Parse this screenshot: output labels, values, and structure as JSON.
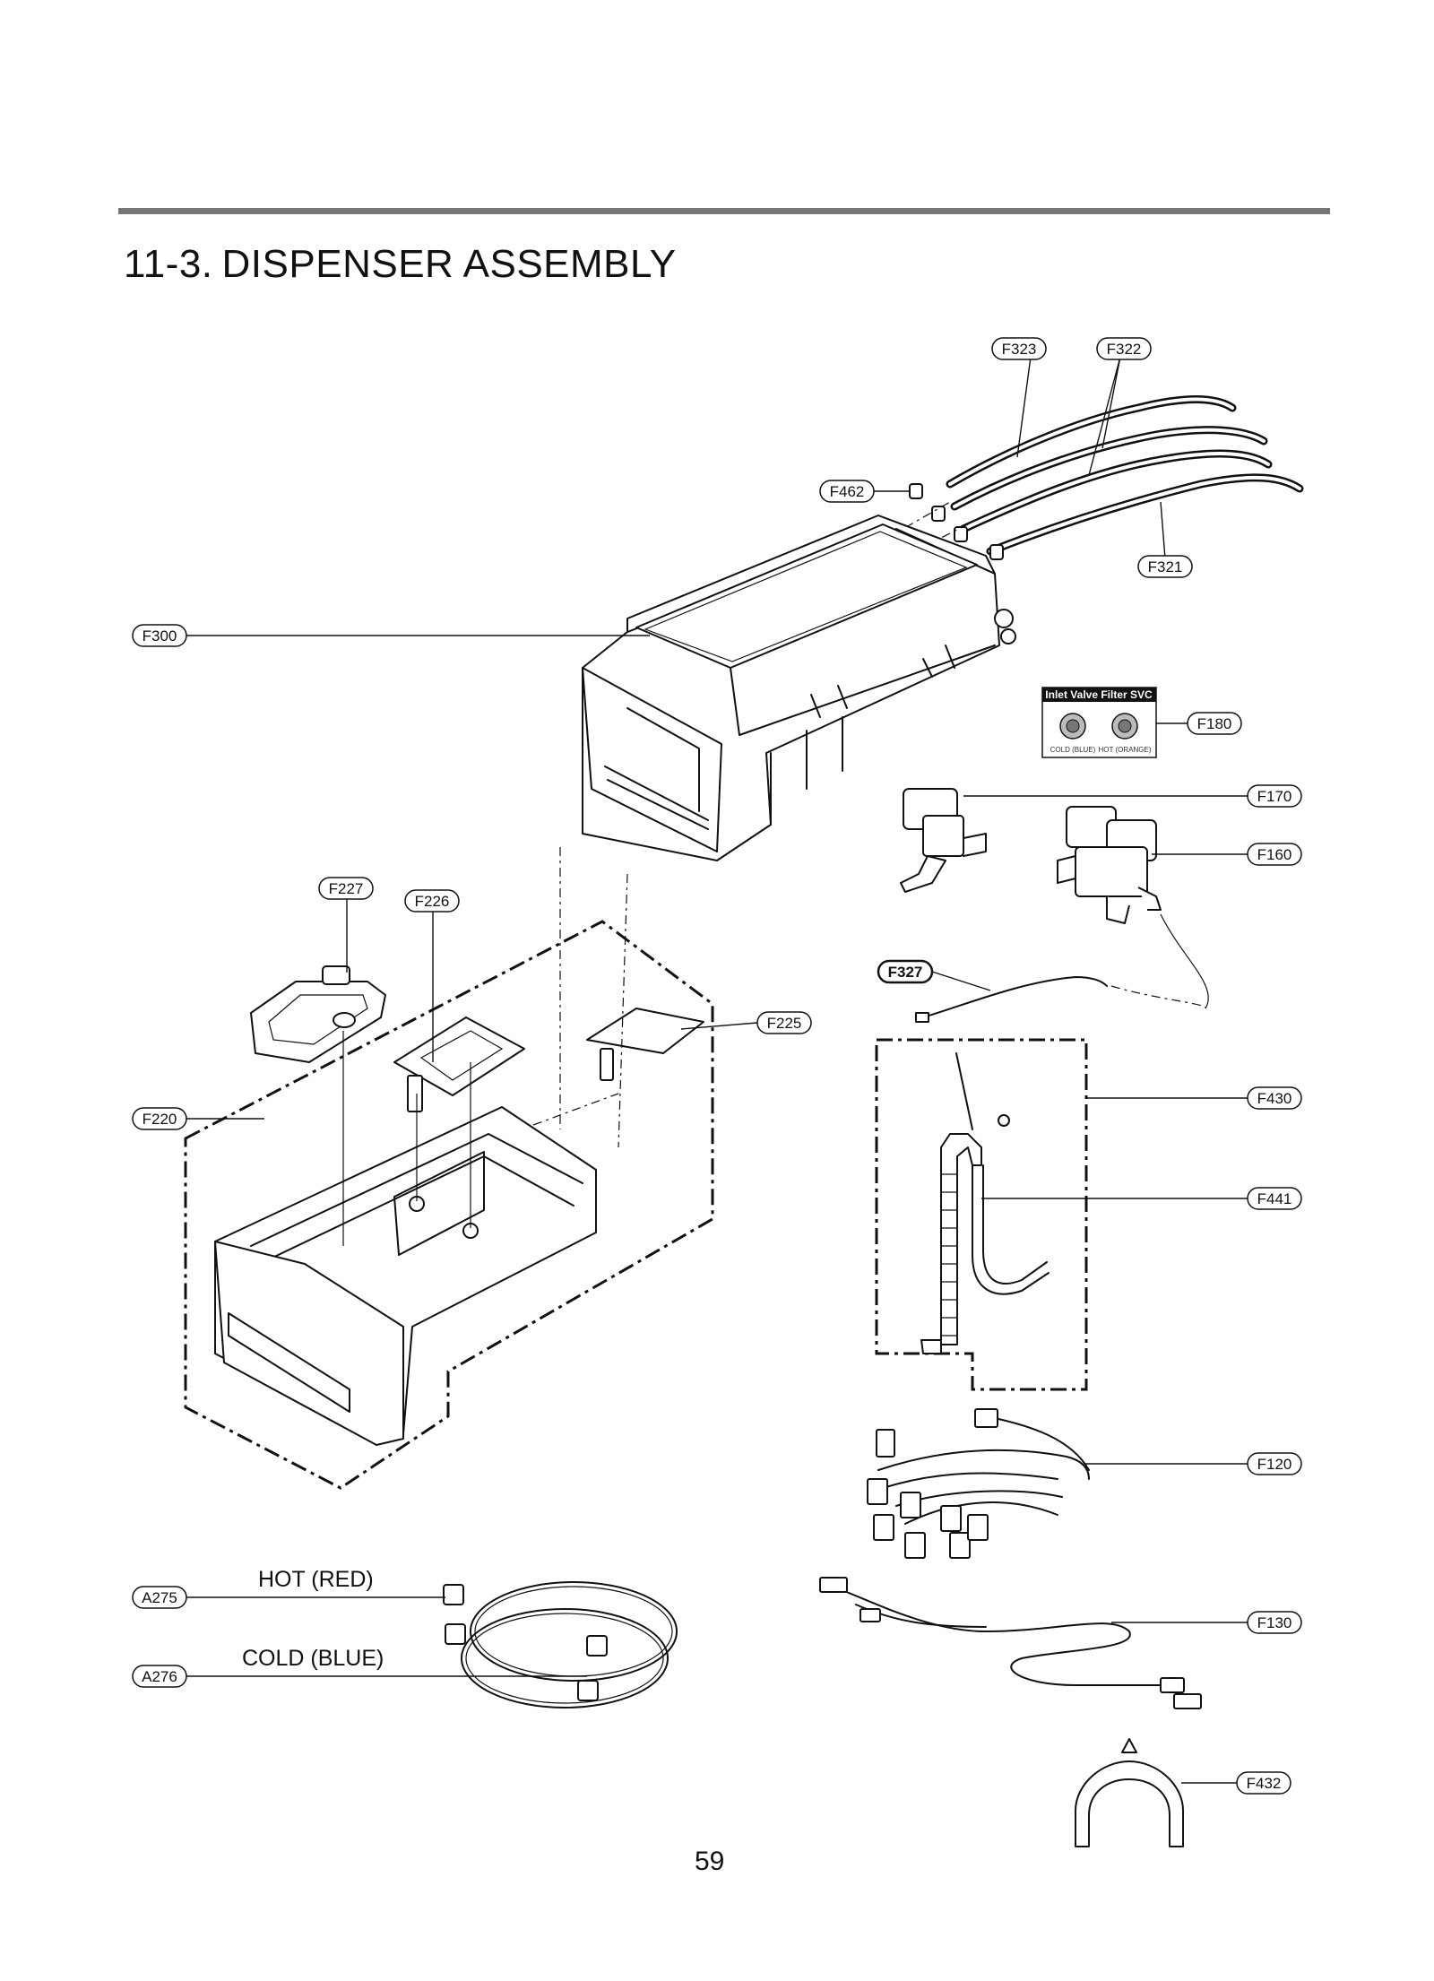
{
  "section": {
    "number": "11-3.",
    "title": "DISPENSER ASSEMBLY"
  },
  "page_number": "59",
  "inlet_filter_box": {
    "title": "Inlet Valve Filter SVC",
    "cold_label": "COLD (BLUE)",
    "hot_label": "HOT (ORANGE)"
  },
  "hose_labels": {
    "hot": "HOT (RED)",
    "cold": "COLD (BLUE)"
  },
  "callouts": {
    "F323": "F323",
    "F322": "F322",
    "F462": "F462",
    "F321": "F321",
    "F300": "F300",
    "F180": "F180",
    "F170": "F170",
    "F160": "F160",
    "F227": "F227",
    "F226": "F226",
    "F327": "F327",
    "F225": "F225",
    "F220": "F220",
    "F430": "F430",
    "F441": "F441",
    "F120": "F120",
    "A275": "A275",
    "A276": "A276",
    "F130": "F130",
    "F432": "F432"
  }
}
